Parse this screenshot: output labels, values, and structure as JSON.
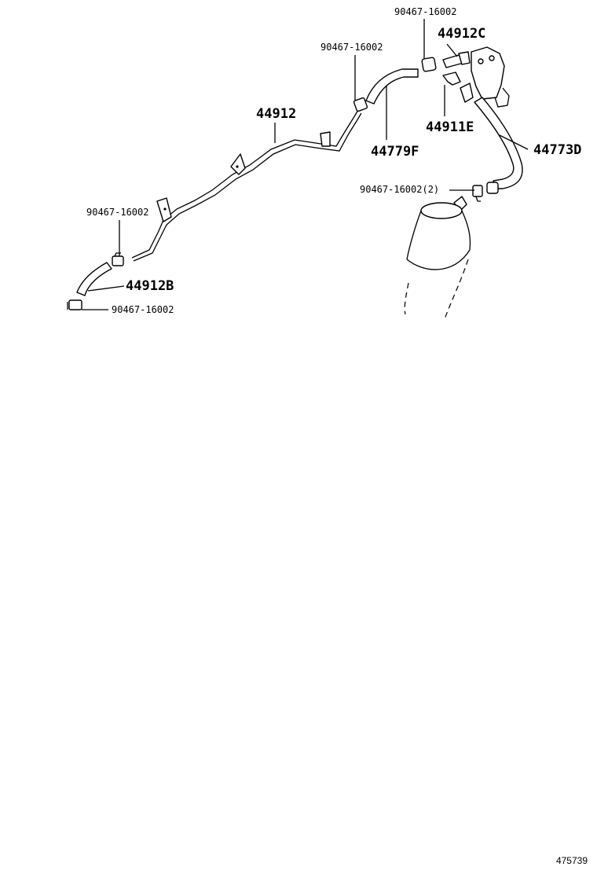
{
  "labels": {
    "p44912": "44912",
    "p44912b": "44912B",
    "p44912c": "44912C",
    "p44911e": "44911E",
    "p44779f": "44779F",
    "p44773d": "44773D",
    "clamp_a": "90467-16002",
    "clamp_b": "90467-16002",
    "clamp_c": "90467-16002",
    "clamp_d": "90467-16002",
    "clamp_e": "90467-16002(2)"
  },
  "catalog_number": "475739"
}
